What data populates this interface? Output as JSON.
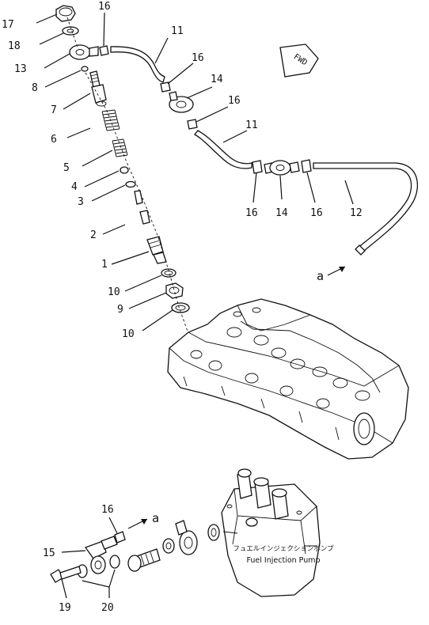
{
  "callouts": {
    "c17": "17",
    "c18": "18",
    "c13": "13",
    "c8": "8",
    "c7": "7",
    "c6": "6",
    "c5": "5",
    "c4": "4",
    "c3": "3",
    "c2": "2",
    "c1": "1",
    "c10a": "10",
    "c9": "9",
    "c10b": "10",
    "c16a": "16",
    "c11a": "11",
    "c16b": "16",
    "c14a": "14",
    "c16c": "16",
    "c11b": "11",
    "c16d": "16",
    "c14b": "14",
    "c16e": "16",
    "c12": "12",
    "c16f": "16",
    "c15": "15",
    "c19": "19",
    "c20": "20"
  },
  "fwd_label": "FWD",
  "view_marker_top": "a",
  "view_marker_bottom": "a",
  "pump_caption_jp": "フュエルインジェクションポンプ",
  "pump_caption_en": "Fuel Injection Pump"
}
